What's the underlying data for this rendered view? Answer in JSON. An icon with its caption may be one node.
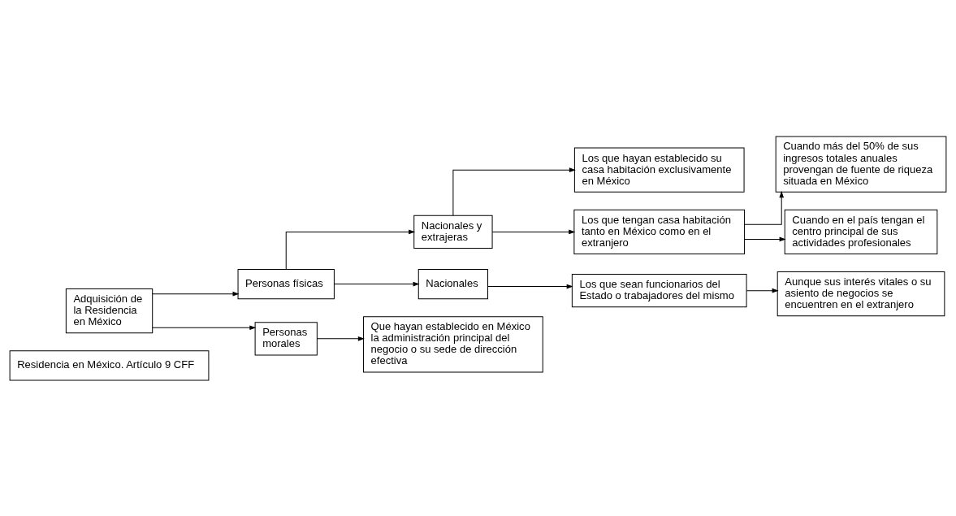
{
  "diagram": {
    "nodes": [
      {
        "text": [
          "Residencia en México. Artículo 9 CFF"
        ]
      },
      {
        "text": [
          "Personas físicas"
        ]
      },
      {
        "text": [
          "Nacionales y extrajeras"
        ]
      },
      {
        "text": [
          "Los que hayan establecido su casa habitación exclusivamente en México"
        ]
      },
      {
        "text": [
          "Los que tengan casa habitación tanto en México como en el extranjero"
        ]
      },
      {
        "text": [
          "Cuando más del 50% de sus ingresos totales anuales provengan de fuente de riqueza situada en México"
        ]
      },
      {
        "text": [
          "Cuando en el país tengan el centro principal de sus actividades profesionales"
        ]
      },
      {
        "text": [
          "Adquisición de la Residencia en México"
        ]
      },
      {
        "text": [
          "Nacionales"
        ]
      },
      {
        "text": [
          "Los que sean funcionarios del Estado o trabajadores del mismo"
        ]
      },
      {
        "text": [
          "Aunque sus interés vitales o su asiento de negocios se encuentren en el extranjero"
        ]
      },
      {
        "text": [
          "Personas morales"
        ]
      },
      {
        "text": [
          "Que hayan establecido en México la administración principal del negocio o su sede de dirección efectiva"
        ]
      }
    ],
    "edges": [
      {
        "from": 7,
        "to": 1,
        "arrow": "to"
      },
      {
        "from": 7,
        "to": 11,
        "arrow": "to"
      },
      {
        "from": 1,
        "to": 2,
        "arrow": "to"
      },
      {
        "from": 1,
        "to": 8,
        "arrow": "to"
      },
      {
        "from": 2,
        "to": 3,
        "arrow": "to"
      },
      {
        "from": 2,
        "to": 4,
        "arrow": "to"
      },
      {
        "from": 4,
        "to": 5,
        "arrow": "to"
      },
      {
        "from": 4,
        "to": 6,
        "arrow": "to"
      },
      {
        "from": 8,
        "to": 9,
        "arrow": "to"
      },
      {
        "from": 9,
        "to": 10,
        "arrow": "to"
      },
      {
        "from": 11,
        "to": 12,
        "arrow": "to"
      }
    ]
  }
}
